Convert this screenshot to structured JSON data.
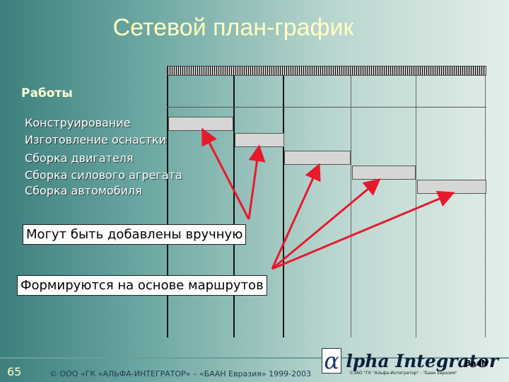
{
  "slide": {
    "title": "Сетевой план-график",
    "works_label": "Работы",
    "tasks": [
      "Конструирование",
      "Изготовление оснастки",
      "Сборка двигателя",
      "Сборка силового агрегата",
      "Сборка автомобиля"
    ],
    "callout_manual": "Могут быть добавлены вручную",
    "callout_routes": "Формируются на основе маршрутов"
  },
  "footer": {
    "page_number": "65",
    "copyright": "© ООО «ГК «АЛЬФА-ИНТЕГРАТОР» – «БААН Евразия» 1999-2003",
    "logo_text": "lpha Integrator",
    "logo_alpha": "α",
    "logo_subtext": "©ЗАО \"ГК \"Альфа-Интегратор\" - \"Баан Евразия\"",
    "baan_logo": "BaaN"
  },
  "colors": {
    "title": "#ffffc0",
    "arrow": "#e8192c",
    "gantt_bar": "#d6d6d6"
  }
}
